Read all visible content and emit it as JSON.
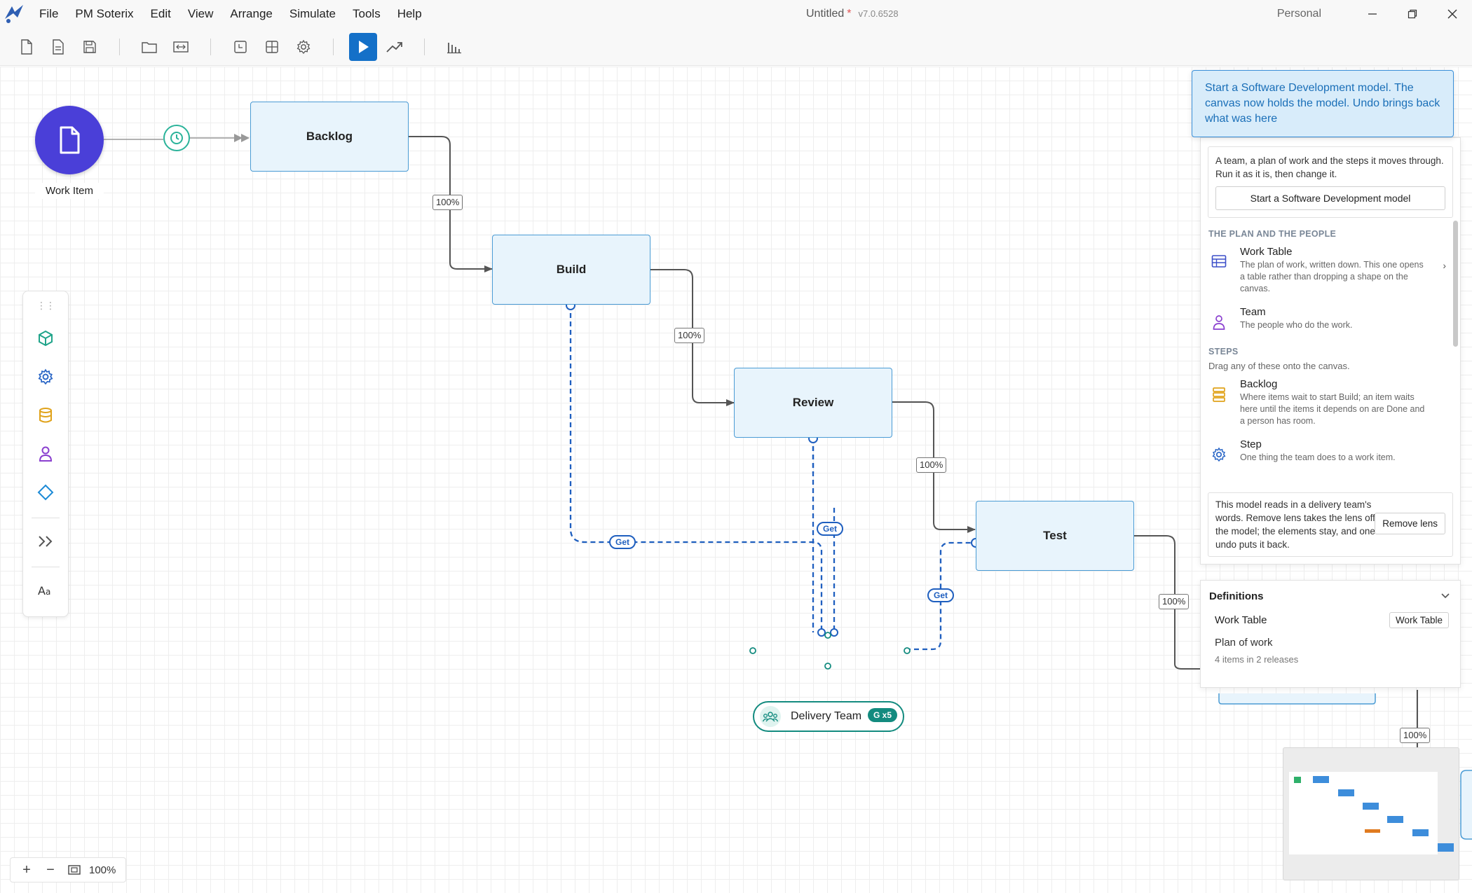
{
  "app": {
    "menu": [
      "File",
      "PM Soterix",
      "Edit",
      "View",
      "Arrange",
      "Simulate",
      "Tools",
      "Help"
    ],
    "doc_title": "Untitled",
    "unsaved_mark": "*",
    "version": "v7.0.6528",
    "workspace": "Personal"
  },
  "canvas": {
    "source_label": "Work Item",
    "nodes": {
      "backlog": "Backlog",
      "build": "Build",
      "review": "Review",
      "test": "Test"
    },
    "percent": "100%",
    "get": "Get",
    "team": {
      "label": "Delivery Team",
      "badge": "G x5"
    }
  },
  "zoom": {
    "value": "100%"
  },
  "toast": {
    "text": "Start a Software Development model. The canvas now holds the model. Undo brings back what was here"
  },
  "panel": {
    "intro": "A team, a plan of work and the steps it moves through. Run it as it is, then change it.",
    "start_button": "Start a Software Development model",
    "section_plan": "THE PLAN AND THE PEOPLE",
    "work_table": {
      "title": "Work Table",
      "desc": "The plan of work, written down. This one opens a table rather than dropping a shape on the canvas."
    },
    "team": {
      "title": "Team",
      "desc": "The people who do the work."
    },
    "section_steps": "STEPS",
    "steps_sub": "Drag any of these onto the canvas.",
    "backlog": {
      "title": "Backlog",
      "desc": "Where items wait to start Build; an item waits here until the items it depends on are Done and a person has room."
    },
    "step": {
      "title": "Step",
      "desc": "One thing the team does to a work item."
    },
    "lens_text": "This model reads in a delivery team's words. Remove lens takes the lens off the model; the elements stay, and one undo puts it back.",
    "lens_button": "Remove lens"
  },
  "definitions": {
    "title": "Definitions",
    "name": "Work Table",
    "tag": "Work Table",
    "plan": "Plan of work",
    "count": "4 items in 2 releases"
  },
  "colors": {
    "accent": "#1470c8",
    "source": "#4a3fd8",
    "team": "#138b7f",
    "resource_link": "#1f5fbf",
    "toast_bg": "#d8ecfa"
  }
}
